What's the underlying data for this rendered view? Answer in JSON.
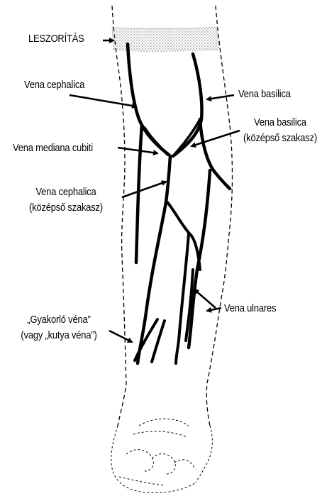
{
  "labels": {
    "tourniquet": "LESZORÍTÁS",
    "cephalica": "Vena cephalica",
    "basilica": "Vena basilica",
    "basilica_mid_1": "Vena basilica",
    "basilica_mid_2": "(középső szakasz)",
    "mediana_cubiti": "Vena mediana cubiti",
    "cephalica_mid_1": "Vena cephalica",
    "cephalica_mid_2": "(középső szakasz)",
    "ulnares": "Vena ulnares",
    "practice_vein_1": "„Gyakorló véna”",
    "practice_vein_2": "(vagy „kutya véna”)"
  },
  "colors": {
    "ink": "#000000",
    "tourniquet_dots": "#777777",
    "background": "#ffffff"
  }
}
